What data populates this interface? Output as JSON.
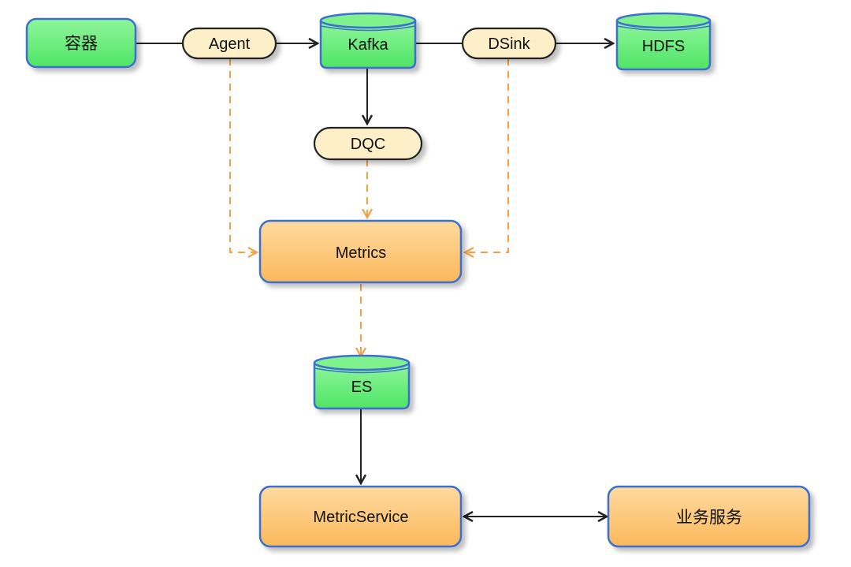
{
  "nodes": {
    "container": "容器",
    "agent": "Agent",
    "kafka": "Kafka",
    "dsink": "DSink",
    "hdfs": "HDFS",
    "dqc": "DQC",
    "metrics": "Metrics",
    "es": "ES",
    "metric_service": "MetricService",
    "business_service": "业务服务"
  },
  "colors": {
    "green_fill": "#66f07a",
    "green_border": "#3a6fd0",
    "orange_fill": "#fdc77a",
    "cream_fill": "#fdf0c9",
    "arrow_solid": "#222222",
    "arrow_dashed": "#f5a142"
  }
}
